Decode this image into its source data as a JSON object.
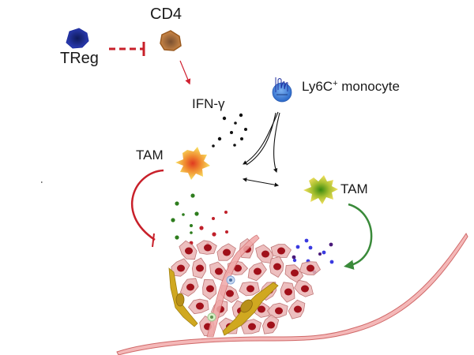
{
  "diagram": {
    "type": "biological-pathway",
    "labels": {
      "treg": "TReg",
      "cd4": "CD4",
      "ifn": "IFN-γ",
      "monocyte_main": "Ly6C",
      "monocyte_sup": "+",
      "monocyte_rest": " monocyte",
      "tam_left": "TAM",
      "tam_right": "TAM"
    },
    "colors": {
      "treg": "#2a3a9c",
      "cd4": "#a86a32",
      "inhibit_red": "#c8202a",
      "monocyte": "#3a78d0",
      "tam_left_core": "#e8502a",
      "tam_right_core": "#5a9a1a",
      "tam_body": "#f0d040",
      "green_arrow": "#3a8a3a",
      "cytokine_green": "#2e7d1e",
      "cytokine_red": "#c0202a",
      "cytokine_blue": "#3a3ae0",
      "cytokine_purple": "#4a1a7a",
      "ifn_dots": "#111111",
      "tumor_cell": "#e8b0b0",
      "tumor_nucleus": "#a0101a",
      "vessel": "#e08080",
      "fibroblast": "#c8a020"
    },
    "edges": [
      {
        "from": "TReg",
        "to": "CD4",
        "type": "inhibition",
        "style": "dashed"
      },
      {
        "from": "CD4",
        "to": "IFN-γ",
        "type": "activation"
      },
      {
        "from": "Ly6C+ monocyte",
        "to": "TAM (left)",
        "type": "differentiation"
      },
      {
        "from": "Ly6C+ monocyte",
        "to": "TAM (right)",
        "type": "differentiation"
      },
      {
        "from": "TAM (left)",
        "to": "TAM (right)",
        "type": "bidirectional"
      },
      {
        "from": "TAM (left)",
        "to": "tumor",
        "type": "inhibition"
      },
      {
        "from": "TAM (right)",
        "to": "tumor",
        "type": "activation"
      }
    ]
  }
}
